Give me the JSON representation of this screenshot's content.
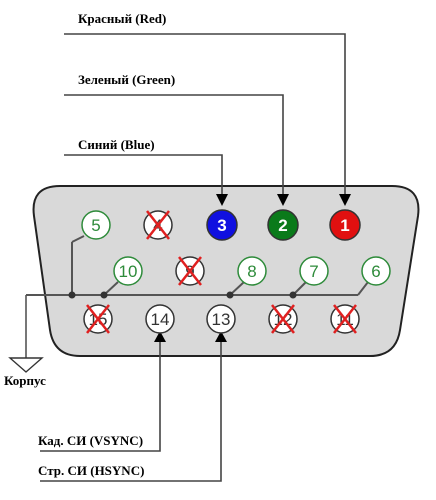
{
  "labels": {
    "red": "Красный (Red)",
    "green": "Зеленый (Green)",
    "blue": "Синий (Blue)",
    "ground": "Корпус",
    "vsync": "Кад. СИ (VSYNC)",
    "hsync": "Стр. СИ (HSYNC)"
  },
  "pins": {
    "p1": "1",
    "p2": "2",
    "p3": "3",
    "p4": "4",
    "p5": "5",
    "p6": "6",
    "p7": "7",
    "p8": "8",
    "p9": "9",
    "p10": "10",
    "p11": "11",
    "p12": "12",
    "p13": "13",
    "p14": "14",
    "p15": "15"
  },
  "colors": {
    "red_pin": "#e01010",
    "green_pin": "#0a7a1a",
    "blue_pin": "#1010e0",
    "ground_pin_outline": "#2e8b3a",
    "ground_text": "#2e8b3a",
    "unused_cross": "#e02020",
    "connector_fill": "#d9d9d9",
    "line": "#444444"
  }
}
